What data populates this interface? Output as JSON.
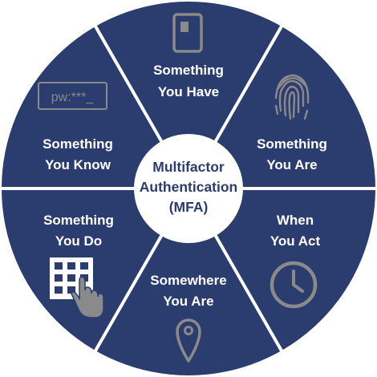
{
  "diagram": {
    "center": {
      "lines": [
        "Multifactor",
        "Authentication",
        "(MFA)"
      ]
    },
    "segments": [
      {
        "id": "have",
        "lines": [
          "Something",
          "You Have"
        ],
        "icon": "mobile-phone-icon"
      },
      {
        "id": "are",
        "lines": [
          "Something",
          "You Are"
        ],
        "icon": "fingerprint-icon"
      },
      {
        "id": "act",
        "lines": [
          "When",
          "You Act"
        ],
        "icon": "clock-icon"
      },
      {
        "id": "where",
        "lines": [
          "Somewhere",
          "You Are"
        ],
        "icon": "location-pin-icon"
      },
      {
        "id": "do",
        "lines": [
          "Something",
          "You Do"
        ],
        "icon": "keypad-hand-icon"
      },
      {
        "id": "know",
        "lines": [
          "Something",
          "You Know"
        ],
        "icon": "password-field-icon"
      }
    ],
    "password_field": {
      "text": "pw:***_"
    },
    "colors": {
      "segment_fill": "#2b3c6e",
      "divider": "#ffffff",
      "center_fill": "#ffffff",
      "center_text": "#2b3c6e",
      "icon_gray": "#8a8a8a"
    }
  }
}
